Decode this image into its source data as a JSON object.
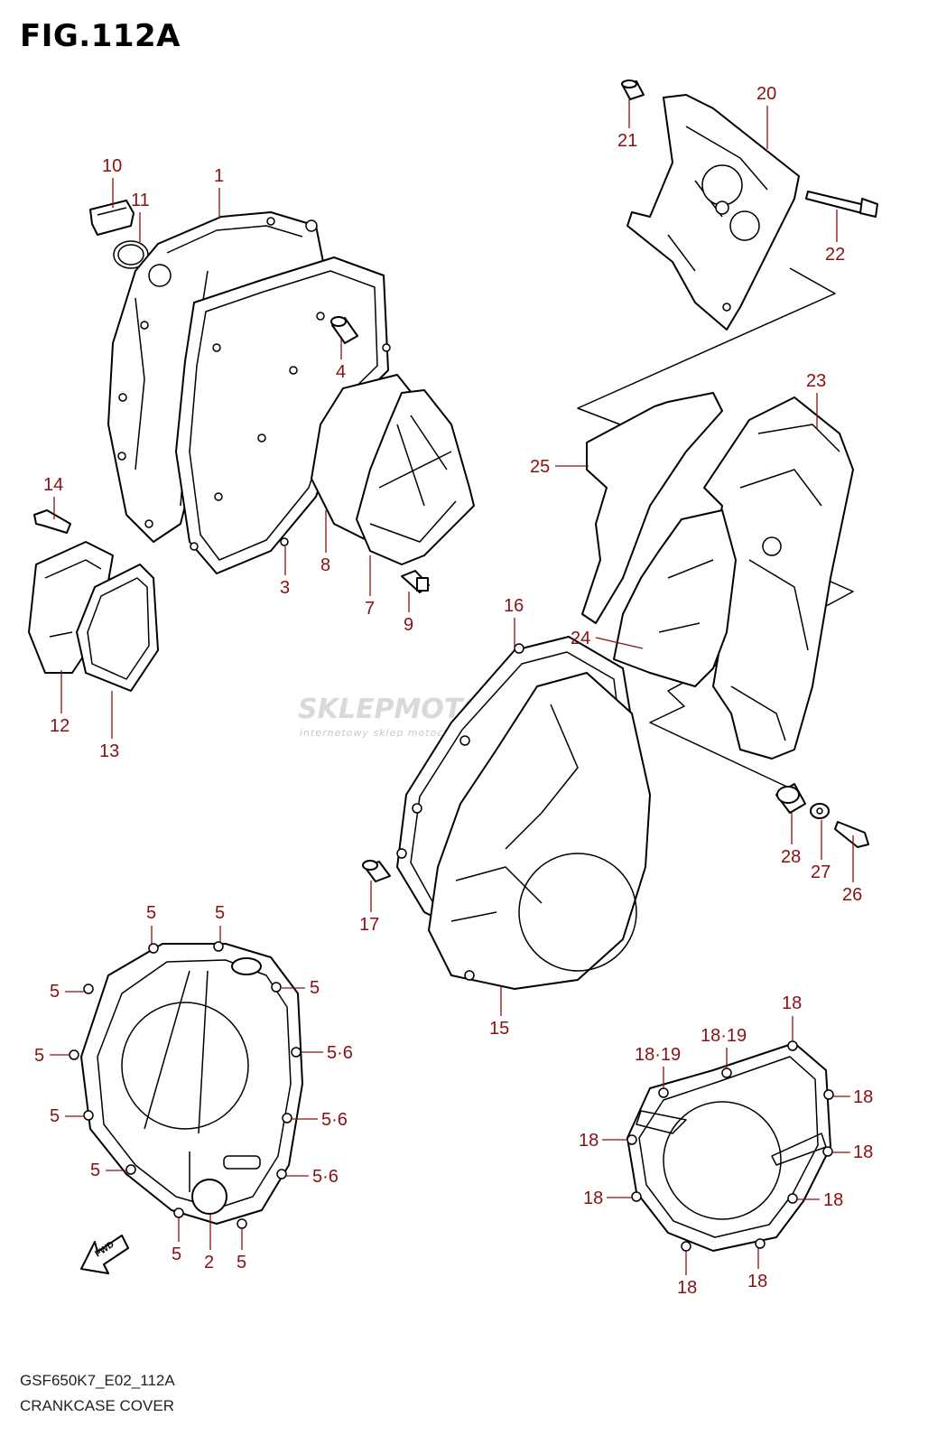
{
  "title": "FIG.112A",
  "diagram_code": "GSF650K7_E02_112A",
  "caption": "CRANKCASE COVER",
  "watermark": {
    "brand": "SKLEPMOTO48.PL",
    "tagline": "internetowy sklep motocyklowy"
  },
  "fwd_marker": "FWD",
  "label_color": "#8b1010",
  "labels": {
    "p1": "1",
    "p2": "2",
    "p3": "3",
    "p4": "4",
    "p5": "5",
    "p56": "5·6",
    "p7": "7",
    "p8": "8",
    "p9": "9",
    "p10": "10",
    "p11": "11",
    "p12": "12",
    "p13": "13",
    "p14": "14",
    "p15": "15",
    "p16": "16",
    "p17": "17",
    "p18": "18",
    "p1819": "18·19",
    "p20": "20",
    "p21": "21",
    "p22": "22",
    "p23": "23",
    "p24": "24",
    "p25": "25",
    "p26": "26",
    "p27": "27",
    "p28": "28"
  }
}
